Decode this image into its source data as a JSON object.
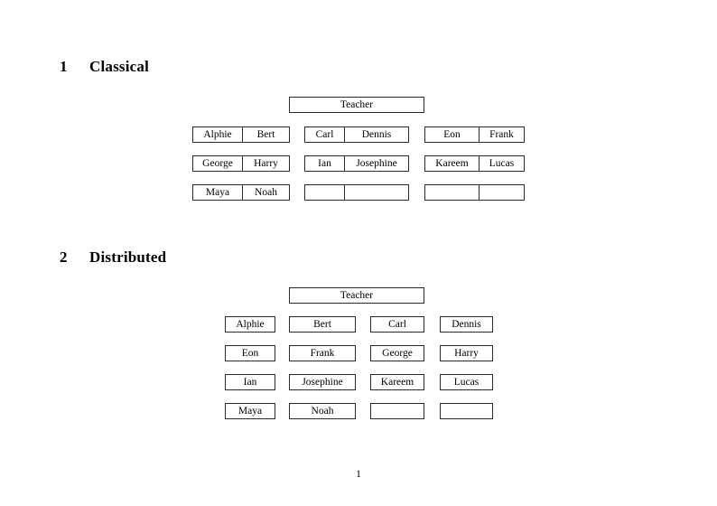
{
  "document": {
    "page_number": "1",
    "background_color": "#ffffff",
    "text_color": "#000000",
    "border_color": "#2b2b2b"
  },
  "sections": [
    {
      "number": "1",
      "title": "Classical",
      "root": {
        "label": "Teacher"
      },
      "groups": [
        {
          "name": "group-left",
          "rows": [
            {
              "cells": [
                "Alphie",
                "Bert"
              ]
            },
            {
              "cells": [
                "George",
                "Harry"
              ]
            },
            {
              "cells": [
                "Maya",
                "Noah"
              ]
            }
          ]
        },
        {
          "name": "group-middle",
          "rows": [
            {
              "cells": [
                "Carl",
                "Dennis"
              ]
            },
            {
              "cells": [
                "Ian",
                "Josephine"
              ]
            },
            {
              "cells": [
                "",
                ""
              ]
            }
          ]
        },
        {
          "name": "group-right",
          "rows": [
            {
              "cells": [
                "Eon",
                "Frank"
              ]
            },
            {
              "cells": [
                "Kareem",
                "Lucas"
              ]
            },
            {
              "cells": [
                "",
                ""
              ]
            }
          ]
        }
      ]
    },
    {
      "number": "2",
      "title": "Distributed",
      "root": {
        "label": "Teacher"
      },
      "rows": [
        {
          "cells": [
            "Alphie",
            "Bert",
            "Carl",
            "Dennis"
          ]
        },
        {
          "cells": [
            "Eon",
            "Frank",
            "George",
            "Harry"
          ]
        },
        {
          "cells": [
            "Ian",
            "Josephine",
            "Kareem",
            "Lucas"
          ]
        },
        {
          "cells": [
            "Maya",
            "Noah",
            "",
            ""
          ]
        }
      ]
    }
  ]
}
